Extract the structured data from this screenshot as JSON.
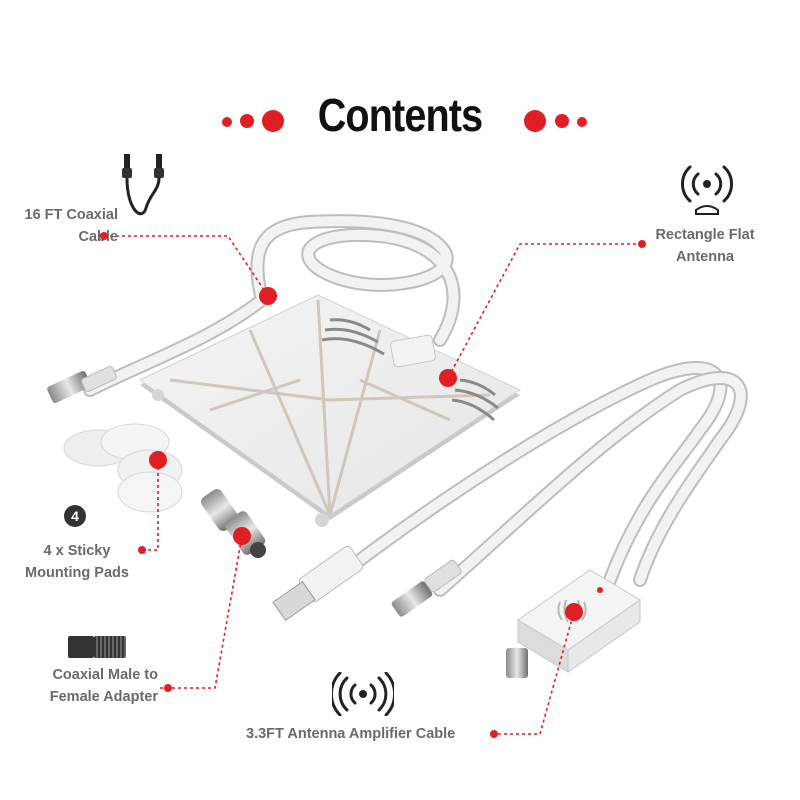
{
  "title": "Contents",
  "labels": {
    "coaxial_cable": [
      "16 FT Coaxial",
      "Cable"
    ],
    "flat_antenna": [
      "Rectangle Flat",
      "Antenna"
    ],
    "sticky_pads": [
      "4 x Sticky",
      "Mounting Pads"
    ],
    "sticky_pads_badge": "4",
    "adapter": [
      "Coaxial Male to",
      "Female Adapter"
    ],
    "amplifier_cable": "3.3FT Antenna Amplifier Cable"
  },
  "icons": [
    "coaxial-cable-icon",
    "signal-tower-icon",
    "adapter-icon",
    "broadcast-signal-icon"
  ],
  "colors": {
    "accent": "#e01f24",
    "label_text": "#6a6a6a",
    "title_text": "#111111"
  }
}
